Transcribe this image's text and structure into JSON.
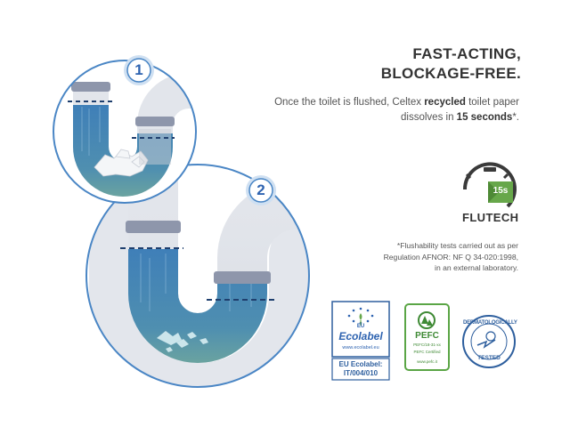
{
  "headline": {
    "line1": "FAST-ACTING,",
    "line2": "BLOCKAGE-FREE."
  },
  "description": {
    "part1": "Once the toilet is flushed, Celtex ",
    "bold1": "recycled",
    "part2": " toilet paper dissolves in ",
    "bold2": "15 seconds",
    "part3": "*."
  },
  "flutech": {
    "timer": "15s",
    "label": "FLUTECH"
  },
  "footnote": {
    "line1": "*Flushability tests carried out as per",
    "line2": "Regulation AFNOR: NF Q 34-020:1998,",
    "line3": "in an external laboratory."
  },
  "steps": [
    "1",
    "2"
  ],
  "certifications": {
    "ecolabel": {
      "eu": "EU",
      "name": "Ecolabel",
      "url": "www.ecolabel.eu",
      "caption1": "EU Ecolabel:",
      "caption2": "IT/004/010"
    },
    "pefc": {
      "name": "PEFC",
      "line": "PEFC/18-31-xx",
      "certified": "PEFC Certified",
      "url": "www.pefc.it"
    },
    "dermatological": {
      "top": "DERMATOLOGICALLY",
      "bottom": "TESTED"
    }
  },
  "colors": {
    "outline_blue": "#4a86c5",
    "pipe_gray": "#dfe2e8",
    "pipe_band": "#8e96ab",
    "water_blue": "#3f7fb8",
    "water_teal": "#5a9aa2",
    "flutech_green": "#67a74a"
  }
}
